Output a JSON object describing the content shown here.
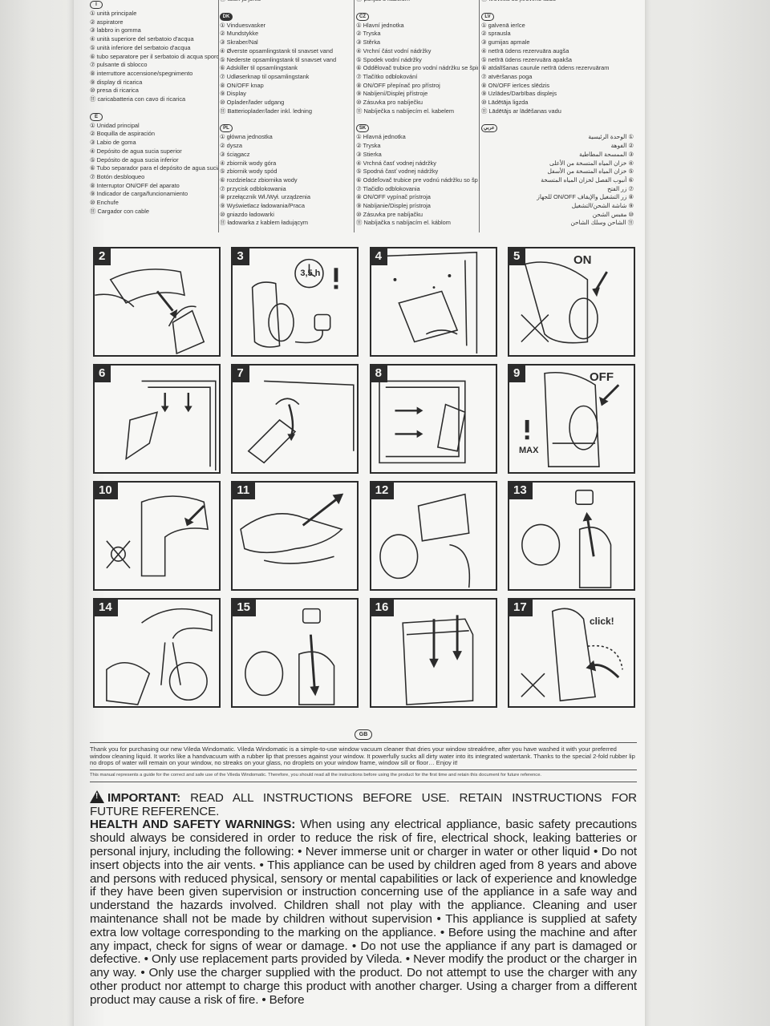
{
  "languages": {
    "col1": [
      {
        "code": "I",
        "parts": [
          "① unità principale",
          "② aspiratore",
          "③ labbro in gomma",
          "④ unità superiore del serbatoio d'acqua",
          "⑤ unità inferiore del serbatoio d'acqua",
          "⑥ tubo separatore per il serbatoio di acqua sporca",
          "⑦ pulsante di sblocco",
          "⑧ interruttore accensione/spegnimento",
          "⑨ display di ricarica",
          "⑩ presa di ricarica",
          "⑪ caricabatteria con cavo di ricarica"
        ]
      },
      {
        "code": "E",
        "parts": [
          "① Unidad principal",
          "② Boquilla de aspiración",
          "③ Labio de goma",
          "④ Depósito de agua sucia superior",
          "⑤ Depósito de agua sucia inferior",
          "⑥ Tubo separador para el depósito de agua sucia",
          "⑦ Botón desbloqueo",
          "⑧ Interruptor ON/OFF del aparato",
          "⑨ Indicador de carga/funcionamiento",
          "⑩ Enchufe",
          "⑪ Cargador con cable"
        ]
      }
    ],
    "col2": [
      {
        "code": "",
        "parts": [
          "⑪ laturi ja johto"
        ]
      },
      {
        "code": "DK",
        "parts": [
          "① Vinduesvasker",
          "② Mundstykke",
          "③ Skraber/Nal",
          "④ Øverste opsamlingstank til snavset vand",
          "⑤ Nederste opsamlingstank til snavset vand",
          "⑥ Adskiller til opsamlingstank",
          "⑦ Udløserknap til opsamlingstank",
          "⑧ ON/OFF knap",
          "⑨ Display",
          "⑩ Oplader/lader udgang",
          "⑪ Batterioplader/lader inkl. ledning"
        ]
      },
      {
        "code": "PL",
        "parts": [
          "① główna jednostka",
          "② dysza",
          "③ ściągacz",
          "④ zbiornik wody góra",
          "⑤ zbiornik wody spód",
          "⑥ rozdzielacz zbiornika wody",
          "⑦ przycisk odblokowania",
          "⑧ przełącznik Wł./Wył. urządzenia",
          "⑨ Wyświetlacz ładowania/Praca",
          "⑩ gniazdo ładowarki",
          "⑪ ładowarka z kablem ładującym"
        ]
      }
    ],
    "col3": [
      {
        "code": "",
        "parts": [
          "⑪ punjač s kabelom"
        ]
      },
      {
        "code": "CZ",
        "parts": [
          "① Hlavní jednotka",
          "② Tryska",
          "③ Stěrka",
          "④ Vrchní část vodní nádržky",
          "⑤ Spodek vodní nádržky",
          "⑥ Oddělovač trubice pro vodní nádržku se špinavou vodou",
          "⑦ Tlačítko odblokování",
          "⑧ ON/OFF přepínač pro přístroj",
          "⑨ Nabíjení/Displej přístroje",
          "⑩ Zásuvka pro nabíječku",
          "⑪ Nabíječka s nabíjecím el. kabelem"
        ]
      },
      {
        "code": "SK",
        "parts": [
          "① Hlavná jednotka",
          "② Tryska",
          "③ Stierka",
          "④ Vrchná časť vodnej nádržky",
          "⑤ Spodná časť vodnej nádržky",
          "⑥ Oddeľovač trubice pre vodnú nádržku so špinavou vodou",
          "⑦ Tlačidlo odblokovania",
          "⑧ ON/OFF vypínač prístroja",
          "⑨ Nabíjanie/Displej prístroja",
          "⑩ Zásuvka pre nabíjačku",
          "⑪ Nabíjačka s nabíjacím el. káblom"
        ]
      }
    ],
    "col4": [
      {
        "code": "",
        "parts": [
          "⑪ kroviklis su įkrovimo laidu"
        ]
      },
      {
        "code": "LV",
        "parts": [
          "① galvenā ierīce",
          "② sprausla",
          "③ gumijas apmale",
          "④ netīrā ūdens rezervuāra augša",
          "⑤ netīrā ūdens rezervuāra apakša",
          "⑥ atdalīšanas caurule netīrā ūdens rezervuāram",
          "⑦ atvēršanas poga",
          "⑧ ON/OFF ierīces slēdzis",
          "⑨ Uzlādes/Darbības displejs",
          "⑩ Lādētāja ligzda",
          "⑪ Lādētājs ar lādēšanas vadu"
        ]
      },
      {
        "code": "عربي",
        "parts": [
          "① الوحدة الرئيسية",
          "② الفوهة",
          "③ الممسحة المطاطية",
          "④ خزان المياه المتسخة من الأعلى",
          "⑤ خزان المياه المتسخة من الأسفل",
          "⑥ أنبوب الفصل لخزان المياه المتسخة",
          "⑦ زر الفتح",
          "⑧ زر التشغيل والإيقاف ON/OFF للجهاز",
          "⑨ شاشة الشحن/التشغيل",
          "⑩ مقبس الشحن",
          "⑪ الشاحن وسلك الشاحن"
        ]
      }
    ]
  },
  "steps": {
    "row1": [
      "2",
      "3",
      "4",
      "5"
    ],
    "row2": [
      "6",
      "7",
      "8",
      "9"
    ],
    "row3": [
      "10",
      "11",
      "12",
      "13"
    ],
    "row4": [
      "14",
      "15",
      "16",
      "17"
    ],
    "label_time": "3,5 h",
    "label_on": "ON",
    "label_off": "OFF",
    "label_max": "MAX",
    "label_click": "click!"
  },
  "gb": {
    "code": "GB",
    "intro": "Thank you for purchasing our new Vileda Windomatic. Vileda Windomatic is a simple-to-use window vacuum cleaner that dries your window streakfree, after you have washed it with your preferred window cleaning liquid. It works like a handvacuum with a rubber lip that presses against your window. It powerfully sucks all dirty water into its integrated watertank. Thanks to the special 2-fold rubber lip no drops of water will remain on your window, no streaks on your glass, no droplets on your window frame, window sill or floor… Enjoy it!",
    "manual_note": "This manual represents a guide for the correct and safe use of the Vileda Windomatic. Therefore, you should read all the instructions before using the product for the first time and retain this document for future reference.",
    "important_heading": "IMPORTANT:",
    "important_text": "READ ALL INSTRUCTIONS BEFORE USE. RETAIN INSTRUCTIONS FOR FUTURE REFERENCE.",
    "safety_heading": "HEALTH AND SAFETY WARNINGS:",
    "safety_text": "When using any electrical appliance, basic safety precautions should always be considered in order to reduce the risk of fire, electrical shock, leaking batteries or personal injury, including the following: • Never immerse unit or charger in water or other liquid • Do not insert objects into the air vents. • This appliance can be used by children aged from 8 years and above and persons with reduced physical, sensory or mental capabilities or lack of experience and knowledge if they have been given supervision or instruction concerning use of the appliance in a safe way and understand the hazards involved. Children shall not play with the appliance. Cleaning and user maintenance shall not be made by children without supervision • This appliance is supplied at safety extra low voltage corresponding to the marking on the appliance. • Before using the machine and after any impact, check for signs of wear or damage. • Do not use the appliance if any part is damaged or defective. • Only use replacement parts provided by Vileda. • Never modify the product or the charger in any way. • Only use the charger supplied with the product. Do not attempt to use the charger with any other product nor attempt to charge this product with another charger. Using a charger from a different product may cause a risk of fire. • Before"
  }
}
